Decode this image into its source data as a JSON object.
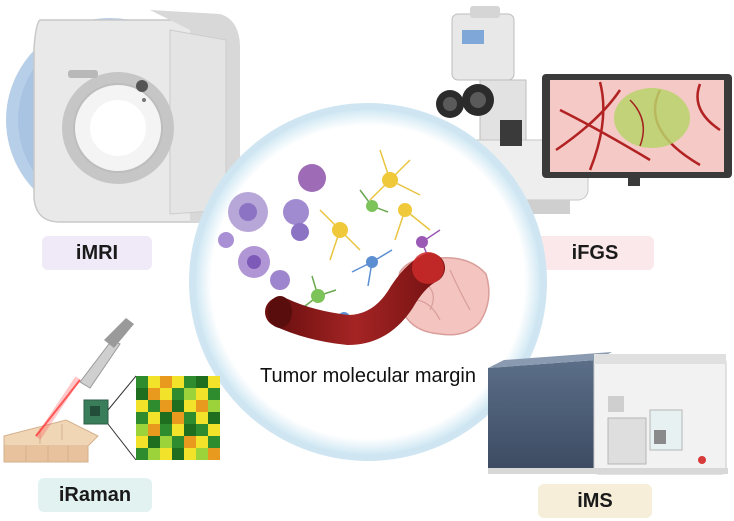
{
  "center": {
    "title": "Tumor molecular margin"
  },
  "modalities": [
    {
      "id": "imri",
      "label": "iMRI",
      "color": "#efe9f8",
      "icon": "mri-scanner-icon"
    },
    {
      "id": "ifgs",
      "label": "iFGS",
      "color": "#fbe8ea",
      "icon": "surgical-microscope-icon"
    },
    {
      "id": "iraman",
      "label": "iRaman",
      "color": "#e2f2f1",
      "icon": "raman-probe-icon"
    },
    {
      "id": "ims",
      "label": "iMS",
      "color": "#f6eed8",
      "icon": "mass-spectrometer-icon"
    }
  ],
  "colors": {
    "ring": "#cfe6f2",
    "vessel": "#8e1c1c",
    "tumor": "#c8d86a",
    "brain": "#f3c4c0"
  }
}
